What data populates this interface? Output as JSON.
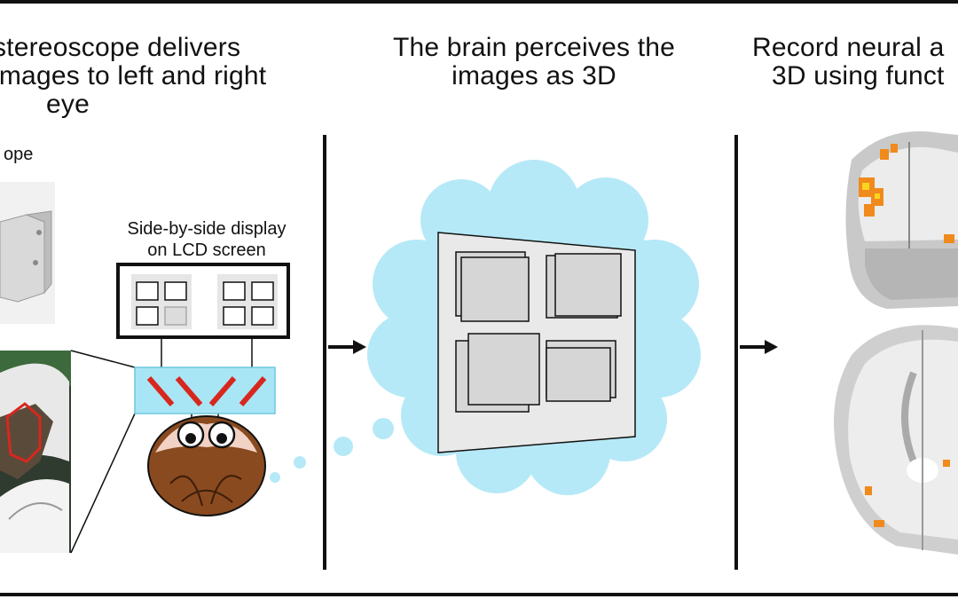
{
  "panel1": {
    "heading_lines": [
      "stereoscope delivers",
      "images to left and right",
      "eye"
    ],
    "partial_label": "ope",
    "display_label_lines": [
      "Side-by-side display",
      "on LCD screen"
    ]
  },
  "panel2": {
    "heading_lines": [
      "The brain perceives the",
      "images as 3D"
    ]
  },
  "panel3": {
    "heading_lines": [
      "Record neural a",
      "3D using funct"
    ]
  },
  "colors": {
    "cloud": "#b6e9f7",
    "mirror_box": "#a9e6f5",
    "mirror_red": "#d8271e",
    "hair_brown": "#8a4a1f",
    "activation": "#f08a1c"
  }
}
